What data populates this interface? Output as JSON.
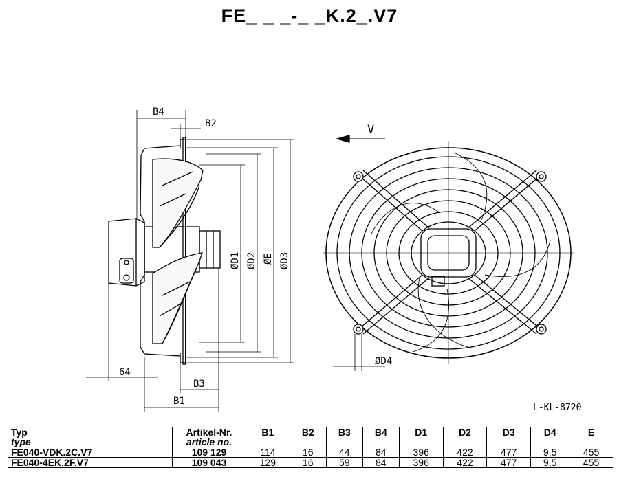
{
  "title": "FE_ _ _-_ _K.2_.V7",
  "drawing_code": "L-KL-8720",
  "side_view_labels": {
    "b4": "B4",
    "b2": "B2",
    "b3": "B3",
    "b1": "B1",
    "dim64": "64",
    "d1": "ØD1",
    "d2": "ØD2",
    "e": "ØE",
    "d3": "ØD3"
  },
  "front_view_labels": {
    "v": "V",
    "d4": "ØD4"
  },
  "table": {
    "header_top": {
      "type": "Typ",
      "article": "Artikel-Nr.",
      "cols": [
        "B1",
        "B2",
        "B3",
        "B4",
        "D1",
        "D2",
        "D3",
        "D4",
        "E"
      ]
    },
    "header_bottom": {
      "type": "type",
      "article": "article no."
    },
    "rows": [
      {
        "type": "FE040-VDK.2C.V7",
        "article": "109 129",
        "values": [
          "114",
          "16",
          "44",
          "84",
          "396",
          "422",
          "477",
          "9,5",
          "455"
        ]
      },
      {
        "type": "FE040-4EK.2F.V7",
        "article": "109 043",
        "values": [
          "129",
          "16",
          "59",
          "84",
          "396",
          "422",
          "477",
          "9,5",
          "455"
        ]
      }
    ]
  }
}
